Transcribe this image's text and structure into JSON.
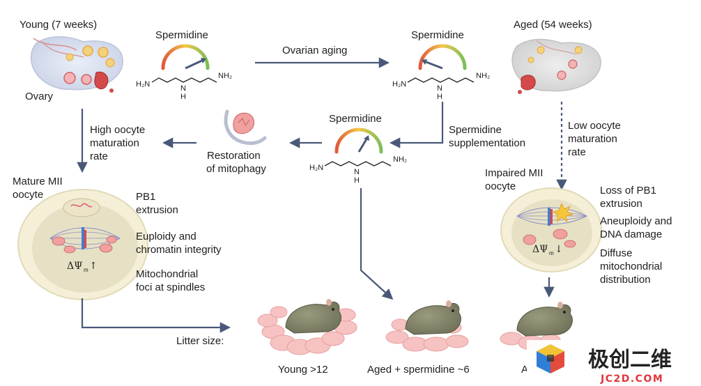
{
  "labels": {
    "young": "Young (7 weeks)",
    "aged": "Aged (54 weeks)",
    "ovary": "Ovary",
    "spermidine": "Spermidine",
    "ovarian_aging": "Ovarian aging",
    "high_rate_1": "High oocyte",
    "high_rate_2": "maturation",
    "high_rate_3": "rate",
    "restoration_1": "Restoration",
    "restoration_2": "of mitophagy",
    "supplement_1": "Spermidine",
    "supplement_2": "supplementation",
    "low_rate_1": "Low oocyte",
    "low_rate_2": "maturation",
    "low_rate_3": "rate",
    "mature_1": "Mature MII",
    "mature_2": "oocyte",
    "impaired_1": "Impaired MII",
    "impaired_2": "oocyte",
    "pb1_1": "PB1",
    "pb1_2": "extrusion",
    "euploidy_1": "Euploidy and",
    "euploidy_2": "chromatin integrity",
    "mito_foci_1": "Mitochondrial",
    "mito_foci_2": "foci at spindles",
    "loss_pb1_1": "Loss of PB1",
    "loss_pb1_2": "extrusion",
    "aneuploidy_1": "Aneuploidy and",
    "aneuploidy_2": "DNA damage",
    "diffuse_1": "Diffuse",
    "diffuse_2": "mitochondrial",
    "diffuse_3": "distribution",
    "litter_size": "Litter size:",
    "young_litter": "Young >12",
    "aged_sperm_litter": "Aged + spermidine ~6",
    "aged_litter_partial": "A",
    "delta_psi": "ΔΨ",
    "delta_sub": "m",
    "arrow_up": "↑",
    "arrow_down": "↓"
  },
  "molecule": {
    "nh2_left": "H₂N",
    "nh2_right": "NH₂",
    "n": "N",
    "h": "H"
  },
  "watermark": {
    "cn": "极创二维",
    "domain": "JC2D.COM"
  },
  "colors": {
    "arrow": "#4a5878",
    "oocyte_outer": "#f2ecd2",
    "oocyte_inner": "#e4dfc2",
    "mito": "#f0a0a0",
    "spindle": "#8b8fc8",
    "gauge_red": "#e05a3a",
    "gauge_yellow": "#f2c84b",
    "gauge_green": "#7bbf5a"
  }
}
